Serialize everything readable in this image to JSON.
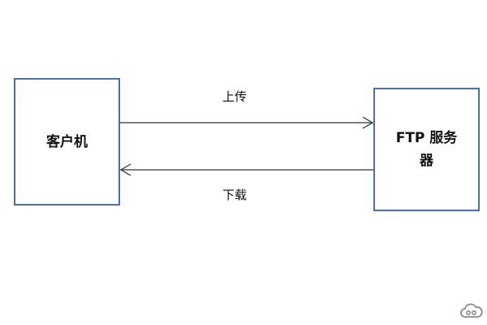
{
  "diagram": {
    "nodes": {
      "client": {
        "label": "客户机"
      },
      "server": {
        "label": "FTP 服务器"
      }
    },
    "edges": {
      "upload": {
        "label": "上传",
        "from": "client",
        "to": "server"
      },
      "download": {
        "label": "下载",
        "from": "server",
        "to": "client"
      }
    },
    "colors": {
      "box_border": "#4a6fae",
      "arrow": "#333333",
      "text": "#111111",
      "watermark": "#8a8a8a"
    },
    "watermark_icon": "cloud-icon"
  }
}
